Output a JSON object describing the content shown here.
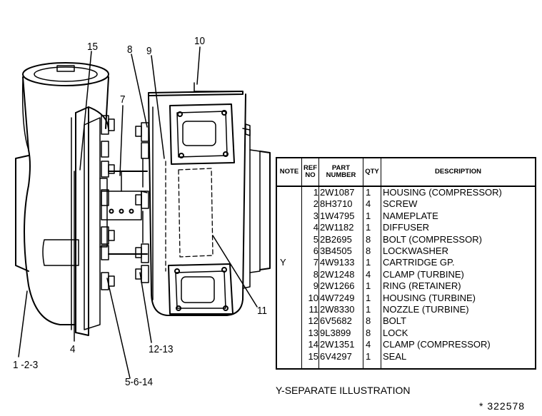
{
  "callouts": {
    "c15": "15",
    "c8": "8",
    "c9": "9",
    "c10": "10",
    "c7": "7",
    "c11": "11",
    "c4": "4",
    "c12_13": "12-13",
    "c1_2_3": "1 -2-3",
    "c5_6_14": "5-6-14"
  },
  "table": {
    "headers": {
      "note": "NOTE",
      "ref_line1": "REF",
      "ref_line2": "NO",
      "part_line1": "PART",
      "part_line2": "NUMBER",
      "qty": "QTY",
      "description": "DESCRIPTION"
    },
    "note_value": "Y",
    "rows": [
      {
        "ref": "1",
        "part": "2W1087",
        "qty": "1",
        "desc": "HOUSING (COMPRESSOR)"
      },
      {
        "ref": "2",
        "part": "8H3710",
        "qty": "4",
        "desc": "SCREW"
      },
      {
        "ref": "3",
        "part": "1W4795",
        "qty": "1",
        "desc": "NAMEPLATE"
      },
      {
        "ref": "4",
        "part": "2W1182",
        "qty": "1",
        "desc": "DIFFUSER"
      },
      {
        "ref": "5",
        "part": "2B2695",
        "qty": "8",
        "desc": "BOLT (COMPRESSOR)"
      },
      {
        "ref": "6",
        "part": "3B4505",
        "qty": "8",
        "desc": "LOCKWASHER"
      },
      {
        "ref": "7",
        "part": "4W9133",
        "qty": "1",
        "desc": "CARTRIDGE GP."
      },
      {
        "ref": "8",
        "part": "2W1248",
        "qty": "4",
        "desc": "CLAMP (TURBINE)"
      },
      {
        "ref": "9",
        "part": "2W1266",
        "qty": "1",
        "desc": "RING (RETAINER)"
      },
      {
        "ref": "10",
        "part": "4W7249",
        "qty": "1",
        "desc": "HOUSING (TURBINE)"
      },
      {
        "ref": "11",
        "part": "2W8330",
        "qty": "1",
        "desc": "NOZZLE (TURBINE)"
      },
      {
        "ref": "12",
        "part": "6V5682",
        "qty": "8",
        "desc": "BOLT"
      },
      {
        "ref": "13",
        "part": "9L3899",
        "qty": "8",
        "desc": "LOCK"
      },
      {
        "ref": "14",
        "part": "2W1351",
        "qty": "4",
        "desc": "CLAMP (COMPRESSOR)"
      },
      {
        "ref": "15",
        "part": "6V4297",
        "qty": "1",
        "desc": "SEAL"
      }
    ]
  },
  "footnote": "Y-SEPARATE ILLUSTRATION",
  "catalog_number": "* 322578"
}
